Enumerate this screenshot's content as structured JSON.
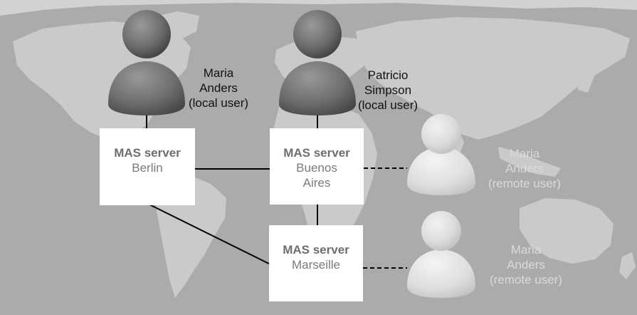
{
  "colors": {
    "background": "#ababab",
    "land": "#cacaca",
    "connector": "#000000",
    "server_box": "#ffffff",
    "server_title": "#6e6e6e",
    "local_user_text": "#111111",
    "remote_user_text": "#dadada"
  },
  "servers": [
    {
      "id": "berlin",
      "title": "MAS server",
      "city": "Berlin"
    },
    {
      "id": "buenos-aires",
      "title": "MAS server",
      "city": "Buenos\nAires"
    },
    {
      "id": "marseille",
      "title": "MAS server",
      "city": "Marseille"
    }
  ],
  "users": [
    {
      "id": "local-maria",
      "kind": "local",
      "label": "Maria\nAnders\n(local user)"
    },
    {
      "id": "local-patricio",
      "kind": "local",
      "label": "Patricio\nSimpson\n(local user)"
    },
    {
      "id": "remote-maria-buenos-aires",
      "kind": "remote",
      "label": "Maria\nAnders\n(remote user)"
    },
    {
      "id": "remote-maria-marseille",
      "kind": "remote",
      "label": "Maria\nAnders\n(remote user)"
    }
  ],
  "connections": [
    {
      "from": "local-maria",
      "to": "berlin",
      "style": "solid"
    },
    {
      "from": "local-patricio",
      "to": "buenos-aires",
      "style": "solid"
    },
    {
      "from": "berlin",
      "to": "buenos-aires",
      "style": "solid"
    },
    {
      "from": "berlin",
      "to": "marseille",
      "style": "solid"
    },
    {
      "from": "buenos-aires",
      "to": "marseille",
      "style": "solid"
    },
    {
      "from": "buenos-aires",
      "to": "remote-maria-buenos-aires",
      "style": "dashed"
    },
    {
      "from": "marseille",
      "to": "remote-maria-marseille",
      "style": "dashed"
    }
  ],
  "icons": {
    "local_user": "user-silhouette-dark",
    "remote_user": "user-silhouette-light",
    "background": "world-map"
  }
}
